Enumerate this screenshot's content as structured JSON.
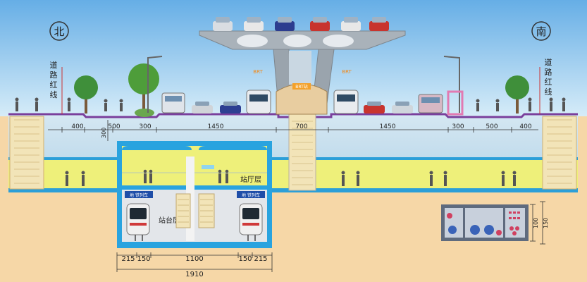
{
  "compass": {
    "north": "北",
    "south": "南"
  },
  "red_line_left": [
    "道",
    "路",
    "红",
    "线"
  ],
  "red_line_right": [
    "道",
    "路",
    "红",
    "线"
  ],
  "brt_sign_left": "BRT",
  "brt_sign_right": "BRT",
  "brt_station_sign": "BRT站",
  "station_hall_label": "站厅层",
  "platform_label": "站台层",
  "train_sign_left": "地 铁列车",
  "train_sign_right": "地 铁列车",
  "top_dimensions": [
    "400",
    "500",
    "300",
    "1450",
    "700",
    "1450",
    "300",
    "500",
    "400"
  ],
  "left_depth_dimension": "300",
  "bottom_dimensions": [
    "215",
    "150",
    "1100",
    "150",
    "215"
  ],
  "bottom_total": "1910",
  "utility_tunnel_dims": [
    "100",
    "150"
  ],
  "colors": {
    "sky": "#7fb8e6",
    "sky_bottom": "#cfe6f5",
    "ground": "#f7d9a8",
    "soil_upper": "#cfe3f0",
    "yellow_layer": "#eef07a",
    "station_blue": "#29a3df",
    "road": "#7a4aa0",
    "pillar": "#9aa4ad"
  }
}
